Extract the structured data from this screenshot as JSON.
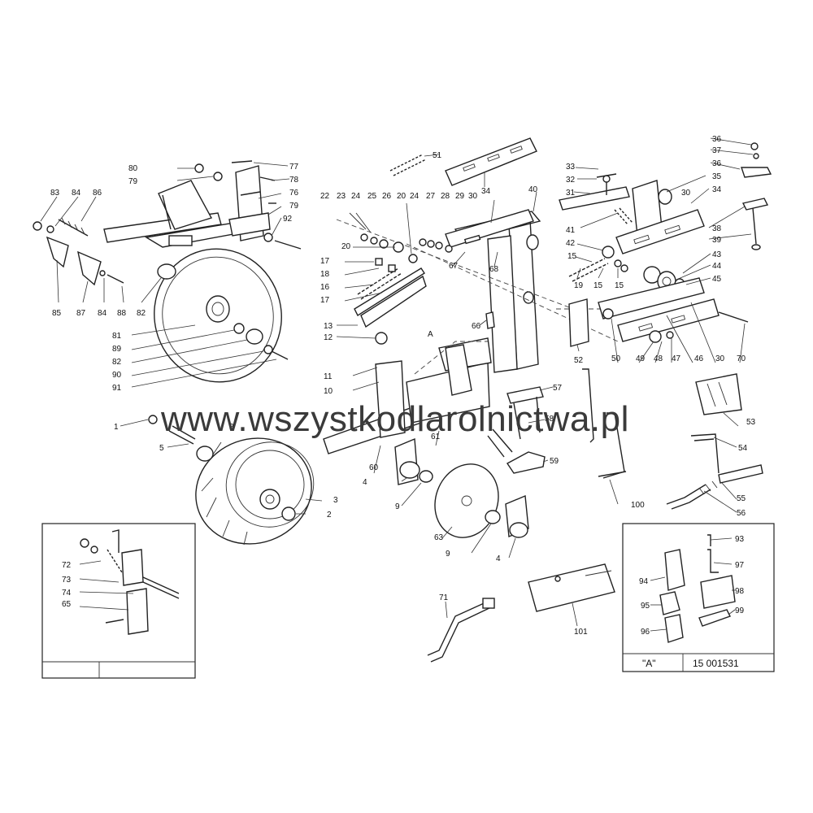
{
  "watermark": "www.wszystkodlarolnictwa.pl",
  "inset_a": {
    "label": "\"A\"",
    "code": "15 001531"
  },
  "part_labels": [
    {
      "id": "p1",
      "text": "1"
    },
    {
      "id": "p2a",
      "text": "2"
    },
    {
      "id": "p2b",
      "text": "2"
    },
    {
      "id": "p3",
      "text": "3"
    },
    {
      "id": "p4a",
      "text": "4"
    },
    {
      "id": "p4b",
      "text": "4"
    },
    {
      "id": "p5",
      "text": "5"
    },
    {
      "id": "p9a",
      "text": "9"
    },
    {
      "id": "p9b",
      "text": "9"
    },
    {
      "id": "p10",
      "text": "10"
    },
    {
      "id": "p11",
      "text": "11"
    },
    {
      "id": "p12",
      "text": "12"
    },
    {
      "id": "p13",
      "text": "13"
    },
    {
      "id": "p15a",
      "text": "15"
    },
    {
      "id": "p15b",
      "text": "15"
    },
    {
      "id": "p15c",
      "text": "15"
    },
    {
      "id": "p16",
      "text": "16"
    },
    {
      "id": "p17a",
      "text": "17"
    },
    {
      "id": "p17b",
      "text": "17"
    },
    {
      "id": "p18",
      "text": "18"
    },
    {
      "id": "p19",
      "text": "19"
    },
    {
      "id": "p20a",
      "text": "20"
    },
    {
      "id": "p20b",
      "text": "20"
    },
    {
      "id": "p22",
      "text": "22"
    },
    {
      "id": "p23",
      "text": "23"
    },
    {
      "id": "p24a",
      "text": "24"
    },
    {
      "id": "p24b",
      "text": "24"
    },
    {
      "id": "p25",
      "text": "25"
    },
    {
      "id": "p26",
      "text": "26"
    },
    {
      "id": "p27",
      "text": "27"
    },
    {
      "id": "p28",
      "text": "28"
    },
    {
      "id": "p29",
      "text": "29"
    },
    {
      "id": "p30a",
      "text": "30"
    },
    {
      "id": "p30b",
      "text": "30"
    },
    {
      "id": "p30c",
      "text": "30"
    },
    {
      "id": "p31",
      "text": "31"
    },
    {
      "id": "p32",
      "text": "32"
    },
    {
      "id": "p33",
      "text": "33"
    },
    {
      "id": "p34a",
      "text": "34"
    },
    {
      "id": "p34b",
      "text": "34"
    },
    {
      "id": "p35",
      "text": "35"
    },
    {
      "id": "p36a",
      "text": "36"
    },
    {
      "id": "p36b",
      "text": "36"
    },
    {
      "id": "p37",
      "text": "37"
    },
    {
      "id": "p38",
      "text": "38"
    },
    {
      "id": "p39",
      "text": "39"
    },
    {
      "id": "p40",
      "text": "40"
    },
    {
      "id": "p41",
      "text": "41"
    },
    {
      "id": "p42",
      "text": "42"
    },
    {
      "id": "p43",
      "text": "43"
    },
    {
      "id": "p44",
      "text": "44"
    },
    {
      "id": "p45",
      "text": "45"
    },
    {
      "id": "p46",
      "text": "46"
    },
    {
      "id": "p47",
      "text": "47"
    },
    {
      "id": "p48",
      "text": "48"
    },
    {
      "id": "p49",
      "text": "49"
    },
    {
      "id": "p50",
      "text": "50"
    },
    {
      "id": "p51",
      "text": "51"
    },
    {
      "id": "p52",
      "text": "52"
    },
    {
      "id": "p53",
      "text": "53"
    },
    {
      "id": "p54",
      "text": "54"
    },
    {
      "id": "p55",
      "text": "55"
    },
    {
      "id": "p56",
      "text": "56"
    },
    {
      "id": "p57",
      "text": "57"
    },
    {
      "id": "p58",
      "text": "58"
    },
    {
      "id": "p59",
      "text": "59"
    },
    {
      "id": "p60",
      "text": "60"
    },
    {
      "id": "p61",
      "text": "61"
    },
    {
      "id": "p63",
      "text": "63"
    },
    {
      "id": "p65",
      "text": "65"
    },
    {
      "id": "p66",
      "text": "66"
    },
    {
      "id": "p67",
      "text": "67"
    },
    {
      "id": "p68",
      "text": "68"
    },
    {
      "id": "p70",
      "text": "70"
    },
    {
      "id": "p71",
      "text": "71"
    },
    {
      "id": "p72",
      "text": "72"
    },
    {
      "id": "p73",
      "text": "73"
    },
    {
      "id": "p74",
      "text": "74"
    },
    {
      "id": "p76",
      "text": "76"
    },
    {
      "id": "p77",
      "text": "77"
    },
    {
      "id": "p78",
      "text": "78"
    },
    {
      "id": "p79a",
      "text": "79"
    },
    {
      "id": "p79b",
      "text": "79"
    },
    {
      "id": "p80",
      "text": "80"
    },
    {
      "id": "p81",
      "text": "81"
    },
    {
      "id": "p82a",
      "text": "82"
    },
    {
      "id": "p82b",
      "text": "82"
    },
    {
      "id": "p83",
      "text": "83"
    },
    {
      "id": "p84a",
      "text": "84"
    },
    {
      "id": "p84b",
      "text": "84"
    },
    {
      "id": "p85",
      "text": "85"
    },
    {
      "id": "p86",
      "text": "86"
    },
    {
      "id": "p87",
      "text": "87"
    },
    {
      "id": "p88",
      "text": "88"
    },
    {
      "id": "p89",
      "text": "89"
    },
    {
      "id": "p90",
      "text": "90"
    },
    {
      "id": "p91",
      "text": "91"
    },
    {
      "id": "p92",
      "text": "92"
    },
    {
      "id": "p93",
      "text": "93"
    },
    {
      "id": "p94",
      "text": "94"
    },
    {
      "id": "p95",
      "text": "95"
    },
    {
      "id": "p96",
      "text": "96"
    },
    {
      "id": "p97",
      "text": "97"
    },
    {
      "id": "p98",
      "text": "98"
    },
    {
      "id": "p99",
      "text": "99"
    },
    {
      "id": "p100",
      "text": "100"
    },
    {
      "id": "p101",
      "text": "101"
    },
    {
      "id": "pA",
      "text": "A"
    }
  ]
}
